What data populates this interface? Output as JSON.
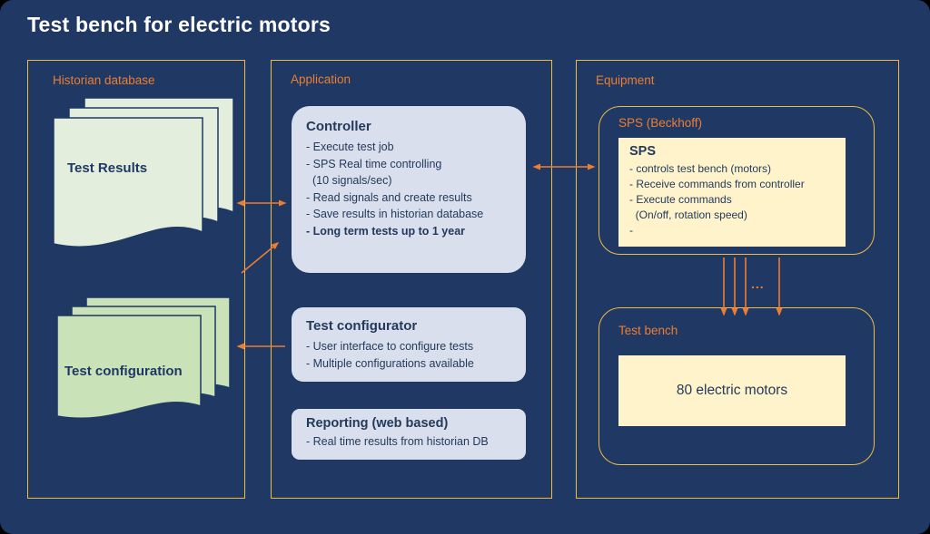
{
  "title": "Test bench for electric motors",
  "colors": {
    "background": "#1F3864",
    "panel_border_gold": "#F0BC42",
    "accent_orange": "#ED7D31",
    "controller_fill": "#D9DFEC",
    "cream_fill": "#FFF3CC",
    "doc_green_light": "#E3EFDC",
    "doc_green_medium": "#C9E2B8",
    "text_dark": "#1F3864",
    "title_white": "#FFFFFF"
  },
  "historian": {
    "header": "Historian database",
    "stacks": [
      {
        "label": "Test Results"
      },
      {
        "label": "Test configuration"
      }
    ]
  },
  "application": {
    "header": "Application",
    "controller": {
      "title": "Controller",
      "items": [
        "- Execute test job",
        "- SPS Real time controlling",
        "  (10 signals/sec)",
        "- Read signals and create results",
        "- Save results in historian database"
      ],
      "bold_item": "- Long term tests up to 1 year"
    },
    "configurator": {
      "title": "Test configurator",
      "items": [
        "- User interface to configure tests",
        "- Multiple configurations available"
      ]
    },
    "reporting": {
      "title": "Reporting (web based)",
      "items": [
        "- Real time results from historian DB"
      ]
    }
  },
  "equipment": {
    "header": "Equipment",
    "sps_group": {
      "header": "SPS (Beckhoff)",
      "box_title": "SPS",
      "items": [
        "- controls test bench (motors)",
        "- Receive commands from controller",
        "- Execute commands",
        "  (On/off, rotation speed)",
        "-"
      ]
    },
    "ellipsis": "...",
    "bench_group": {
      "header": "Test bench",
      "box_label": "80 electric motors"
    }
  }
}
